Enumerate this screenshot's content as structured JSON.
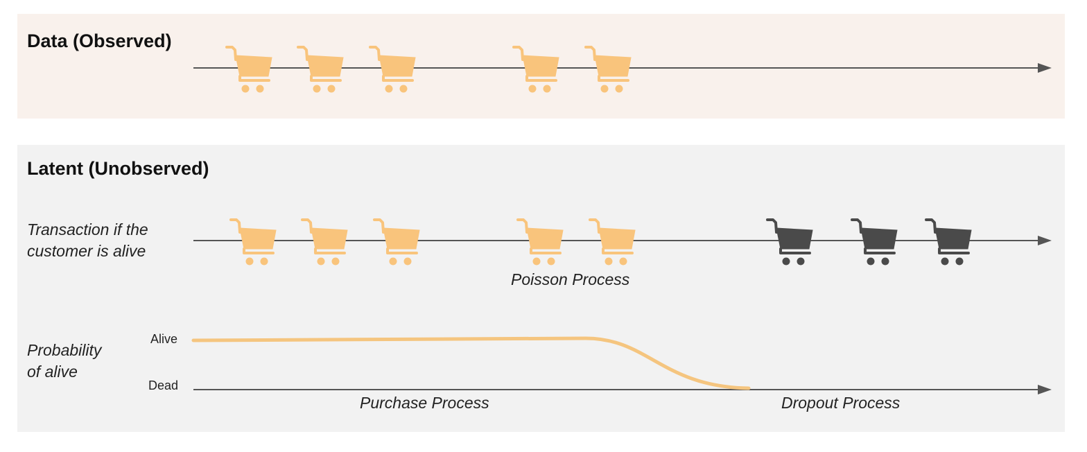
{
  "observed": {
    "title": "Data (Observed)"
  },
  "latent": {
    "title": "Latent (Unobserved)",
    "transaction_row_label_line1": "Transaction if the",
    "transaction_row_label_line2": "customer is alive",
    "poisson_label": "Poisson Process",
    "probability_row_label_line1": "Probability",
    "probability_row_label_line2": "of alive",
    "alive_label": "Alive",
    "dead_label": "Dead",
    "purchase_label": "Purchase Process",
    "dropout_label": "Dropout Process"
  },
  "icons": {
    "observed_transactions": [
      "cart-icon",
      "cart-icon",
      "cart-icon",
      "cart-icon",
      "cart-icon"
    ],
    "latent_alive_transactions": [
      "cart-icon",
      "cart-icon",
      "cart-icon",
      "cart-icon",
      "cart-icon"
    ],
    "latent_dead_transactions": [
      "cart-icon",
      "cart-icon",
      "cart-icon"
    ]
  },
  "colors": {
    "observed_panel_bg": "#f9f1ec",
    "latent_panel_bg": "#f2f2f2",
    "cart_alive": "#f9c47c",
    "cart_dead": "#4a4a4a",
    "axis_line": "#555555",
    "probability_curve": "#f5c57f"
  }
}
